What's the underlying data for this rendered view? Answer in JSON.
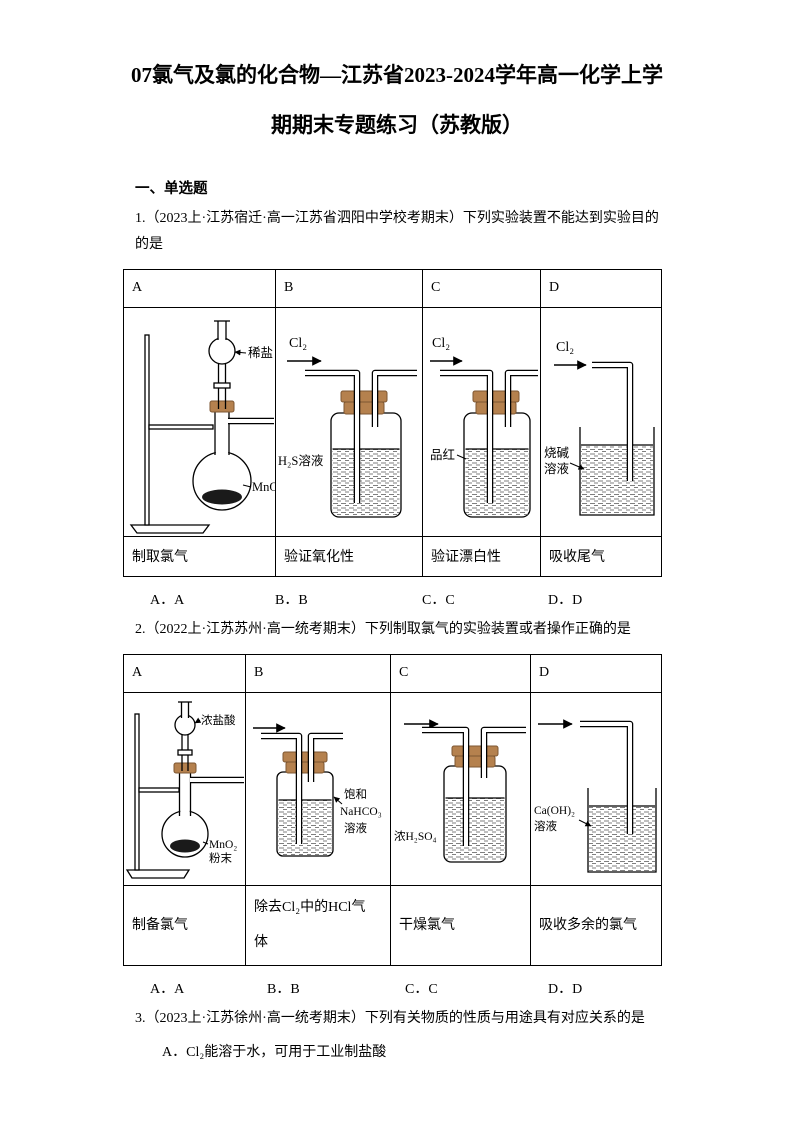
{
  "doc": {
    "title_line1": "07氯气及氯的化合物—江苏省2023-2024学年高一化学上学",
    "title_line2": "期期末专题练习（苏教版）",
    "section": "一、单选题"
  },
  "q1": {
    "stem_l1": "1.（2023上·江苏宿迁·高一江苏省泗阳中学校考期末）下列实验装置不能达到实验目的",
    "stem_l2": "的是",
    "headers": [
      "A",
      "B",
      "C",
      "D"
    ],
    "captions": [
      "制取氯气",
      "验证氧化性",
      "验证漂白性",
      "吸收尾气"
    ],
    "labels": {
      "a_funnel": "稀盐",
      "a_solid": "MnO",
      "b_gas": "Cl₂",
      "b_solution": "H₂S溶液",
      "c_gas": "Cl₂",
      "c_solution": "品红",
      "d_gas": "Cl₂",
      "d_sol1": "烧碱",
      "d_sol2": "溶液"
    },
    "options": [
      "A．A",
      "B．B",
      "C．C",
      "D．D"
    ]
  },
  "q2": {
    "stem": "2.（2022上·江苏苏州·高一统考期末）下列制取氯气的实验装置或者操作正确的是",
    "headers": [
      "A",
      "B",
      "C",
      "D"
    ],
    "captions": [
      "制备氯气",
      "除去Cl₂中的HCl气体",
      "干燥氯气",
      "吸收多余的氯气"
    ],
    "labels": {
      "a_funnel": "浓盐酸",
      "a_sol1": "MnO₂",
      "a_sol2": "粉末",
      "b_l1": "饱和",
      "b_l2": "NaHCO₃",
      "b_l3": "溶液",
      "c_solution": "浓H₂SO₄",
      "d_l1": "Ca(OH)₂",
      "d_l2": "溶液"
    },
    "options": [
      "A．A",
      "B．B",
      "C．C",
      "D．D"
    ]
  },
  "q3": {
    "stem": "3.（2023上·江苏徐州·高一统考期末）下列有关物质的性质与用途具有对应关系的是",
    "option_a": "A．Cl₂能溶于水，可用于工业制盐酸"
  }
}
